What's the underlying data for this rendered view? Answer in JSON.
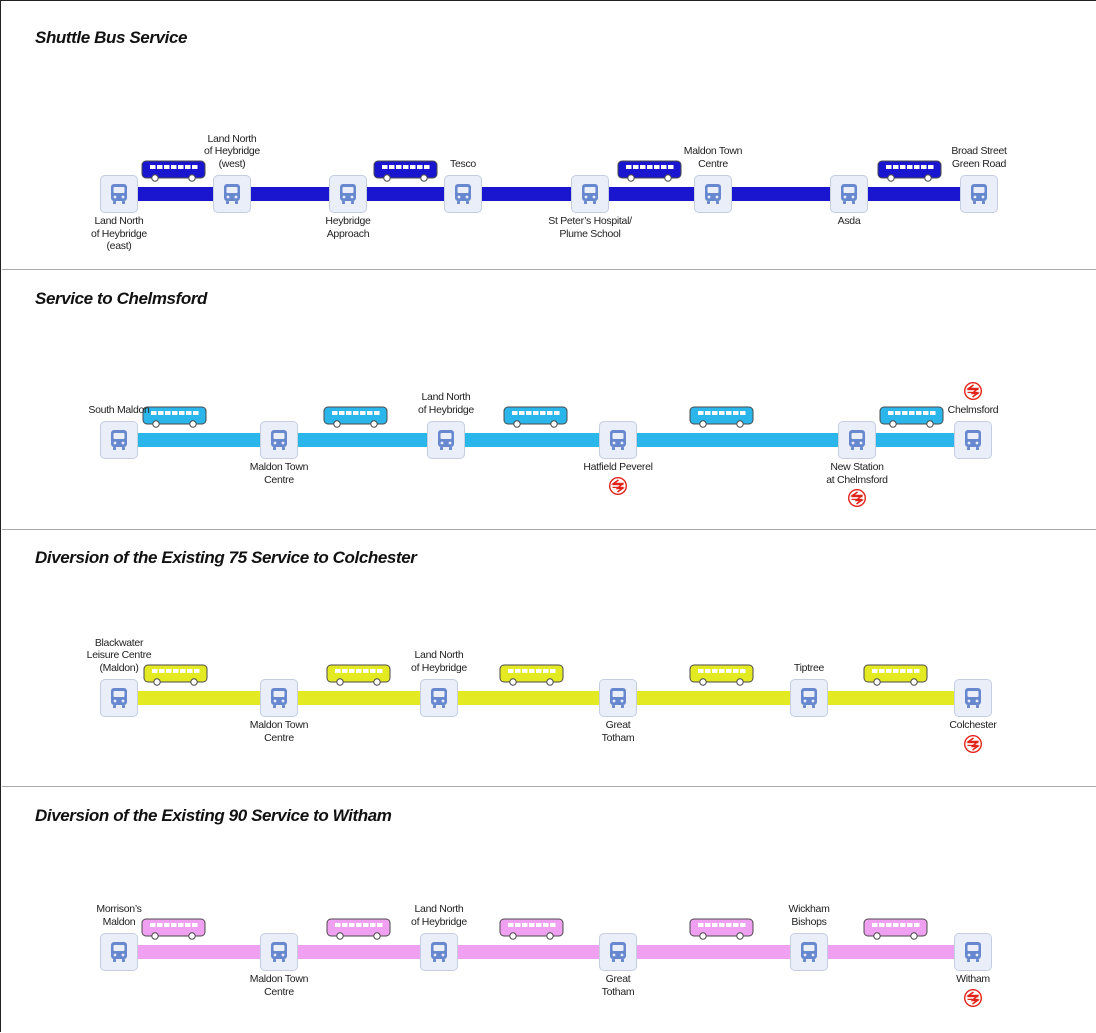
{
  "colors": {
    "shuttle": "#1a16d0",
    "chelmsford": "#2ab6ea",
    "colchester": "#e4ea22",
    "witham": "#f0a0f0",
    "stop_icon_fill": "#e9eef8",
    "stop_icon_symbol": "#6788cf",
    "rail_symbol": "#e2231a"
  },
  "panels": [
    {
      "title": "Shuttle Bus Service",
      "color_key": "shuttle",
      "stops": [
        {
          "label": "Land North\nof Heybridge\n(east)",
          "label_pos": "below",
          "rail": "none"
        },
        {
          "label": "Land North\nof Heybridge\n(west)",
          "label_pos": "above",
          "rail": "none"
        },
        {
          "label": "Heybridge\nApproach",
          "label_pos": "below",
          "rail": "none"
        },
        {
          "label": "Tesco",
          "label_pos": "above",
          "rail": "none"
        },
        {
          "label": "St Peter’s Hospital/\nPlume School",
          "label_pos": "below",
          "rail": "none"
        },
        {
          "label": "Maldon Town\nCentre",
          "label_pos": "above",
          "rail": "none"
        },
        {
          "label": "Asda",
          "label_pos": "below",
          "rail": "none"
        },
        {
          "label": "Broad Street\nGreen Road",
          "label_pos": "above",
          "rail": "none"
        }
      ],
      "bus_count": 4
    },
    {
      "title": "Service to Chelmsford",
      "color_key": "chelmsford",
      "stops": [
        {
          "label": "South Maldon",
          "label_pos": "above",
          "rail": "none"
        },
        {
          "label": "Maldon Town\nCentre",
          "label_pos": "below",
          "rail": "none"
        },
        {
          "label": "Land North\nof Heybridge",
          "label_pos": "above",
          "rail": "none"
        },
        {
          "label": "Hatfield Peverel",
          "label_pos": "below",
          "rail": "below"
        },
        {
          "label": "New Station\nat Chelmsford",
          "label_pos": "below",
          "rail": "below"
        },
        {
          "label": "Chelmsford",
          "label_pos": "above",
          "rail": "above"
        }
      ],
      "bus_count": 5
    },
    {
      "title": "Diversion of the Existing 75 Service to Colchester",
      "color_key": "colchester",
      "stops": [
        {
          "label": "Blackwater\nLeisure Centre\n(Maldon)",
          "label_pos": "above",
          "rail": "none"
        },
        {
          "label": "Maldon Town\nCentre",
          "label_pos": "below",
          "rail": "none"
        },
        {
          "label": "Land North\nof Heybridge",
          "label_pos": "above",
          "rail": "none"
        },
        {
          "label": "Great\nTotham",
          "label_pos": "below",
          "rail": "none"
        },
        {
          "label": "Tiptree",
          "label_pos": "above",
          "rail": "none"
        },
        {
          "label": "Colchester",
          "label_pos": "below",
          "rail": "below"
        }
      ],
      "bus_count": 5
    },
    {
      "title": "Diversion of the Existing 90 Service to Witham",
      "color_key": "witham",
      "stops": [
        {
          "label": "Morrison’s\nMaldon",
          "label_pos": "above",
          "rail": "none"
        },
        {
          "label": "Maldon Town\nCentre",
          "label_pos": "below",
          "rail": "none"
        },
        {
          "label": "Land North\nof Heybridge",
          "label_pos": "above",
          "rail": "none"
        },
        {
          "label": "Great\nTotham",
          "label_pos": "below",
          "rail": "none"
        },
        {
          "label": "Wickham\nBishops",
          "label_pos": "above",
          "rail": "none"
        },
        {
          "label": "Witham",
          "label_pos": "below",
          "rail": "below"
        }
      ],
      "bus_count": 5
    }
  ]
}
